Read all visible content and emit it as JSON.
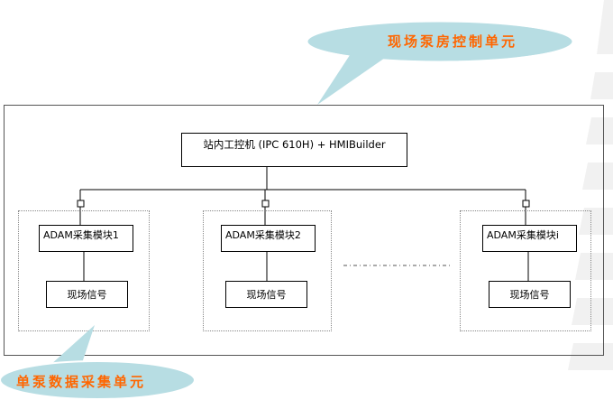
{
  "callouts": {
    "top": "现场泵房控制单元",
    "bottom": "单泵数据采集单元"
  },
  "ipc": {
    "label": "站内工控机 (IPC 610H) + HMIBuilder"
  },
  "units": [
    {
      "adam_label": "ADAM采集模块1",
      "signal_label": "现场信号"
    },
    {
      "adam_label": "ADAM采集模块2",
      "signal_label": "现场信号"
    },
    {
      "adam_label": "ADAM采集模块i",
      "signal_label": "现场信号"
    }
  ],
  "colors": {
    "callout_fill": "#b7dde3",
    "callout_text": "#ff6600",
    "stripe": "#f2f2f2"
  }
}
